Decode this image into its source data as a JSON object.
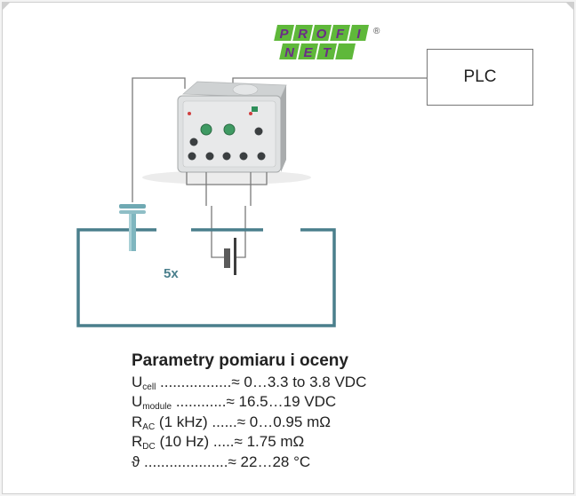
{
  "logo": {
    "line1": "PROFI",
    "line2": "NET",
    "registered": "®"
  },
  "plc": {
    "label": "PLC"
  },
  "cell_count_label": "5x",
  "colors": {
    "frame_border": "#cfcfcf",
    "wire": "#7a7a7a",
    "tank": "#4a7f8c",
    "logo_green": "#5fb83a",
    "logo_purple": "#6b2c87"
  },
  "specs": {
    "title": "Parametry pomiaru i oceny",
    "rows": [
      {
        "symbol": "U",
        "sub": "cell",
        "dots": " .................",
        "value": "≈ 0…3.3 to 3.8 VDC"
      },
      {
        "symbol": "U",
        "sub": "module",
        "dots": " ............",
        "value": "≈ 16.5…19 VDC"
      },
      {
        "symbol": "R",
        "sub": "AC",
        "dots": " (1 kHz) ......",
        "value": "≈ 0…0.95 mΩ"
      },
      {
        "symbol": "R",
        "sub": "DC",
        "dots": " (10 Hz) .....",
        "value": "≈ 1.75 mΩ"
      },
      {
        "symbol": "ϑ",
        "sub": "",
        "dots": " ....................",
        "value": "≈ 22…28 °C"
      }
    ]
  }
}
